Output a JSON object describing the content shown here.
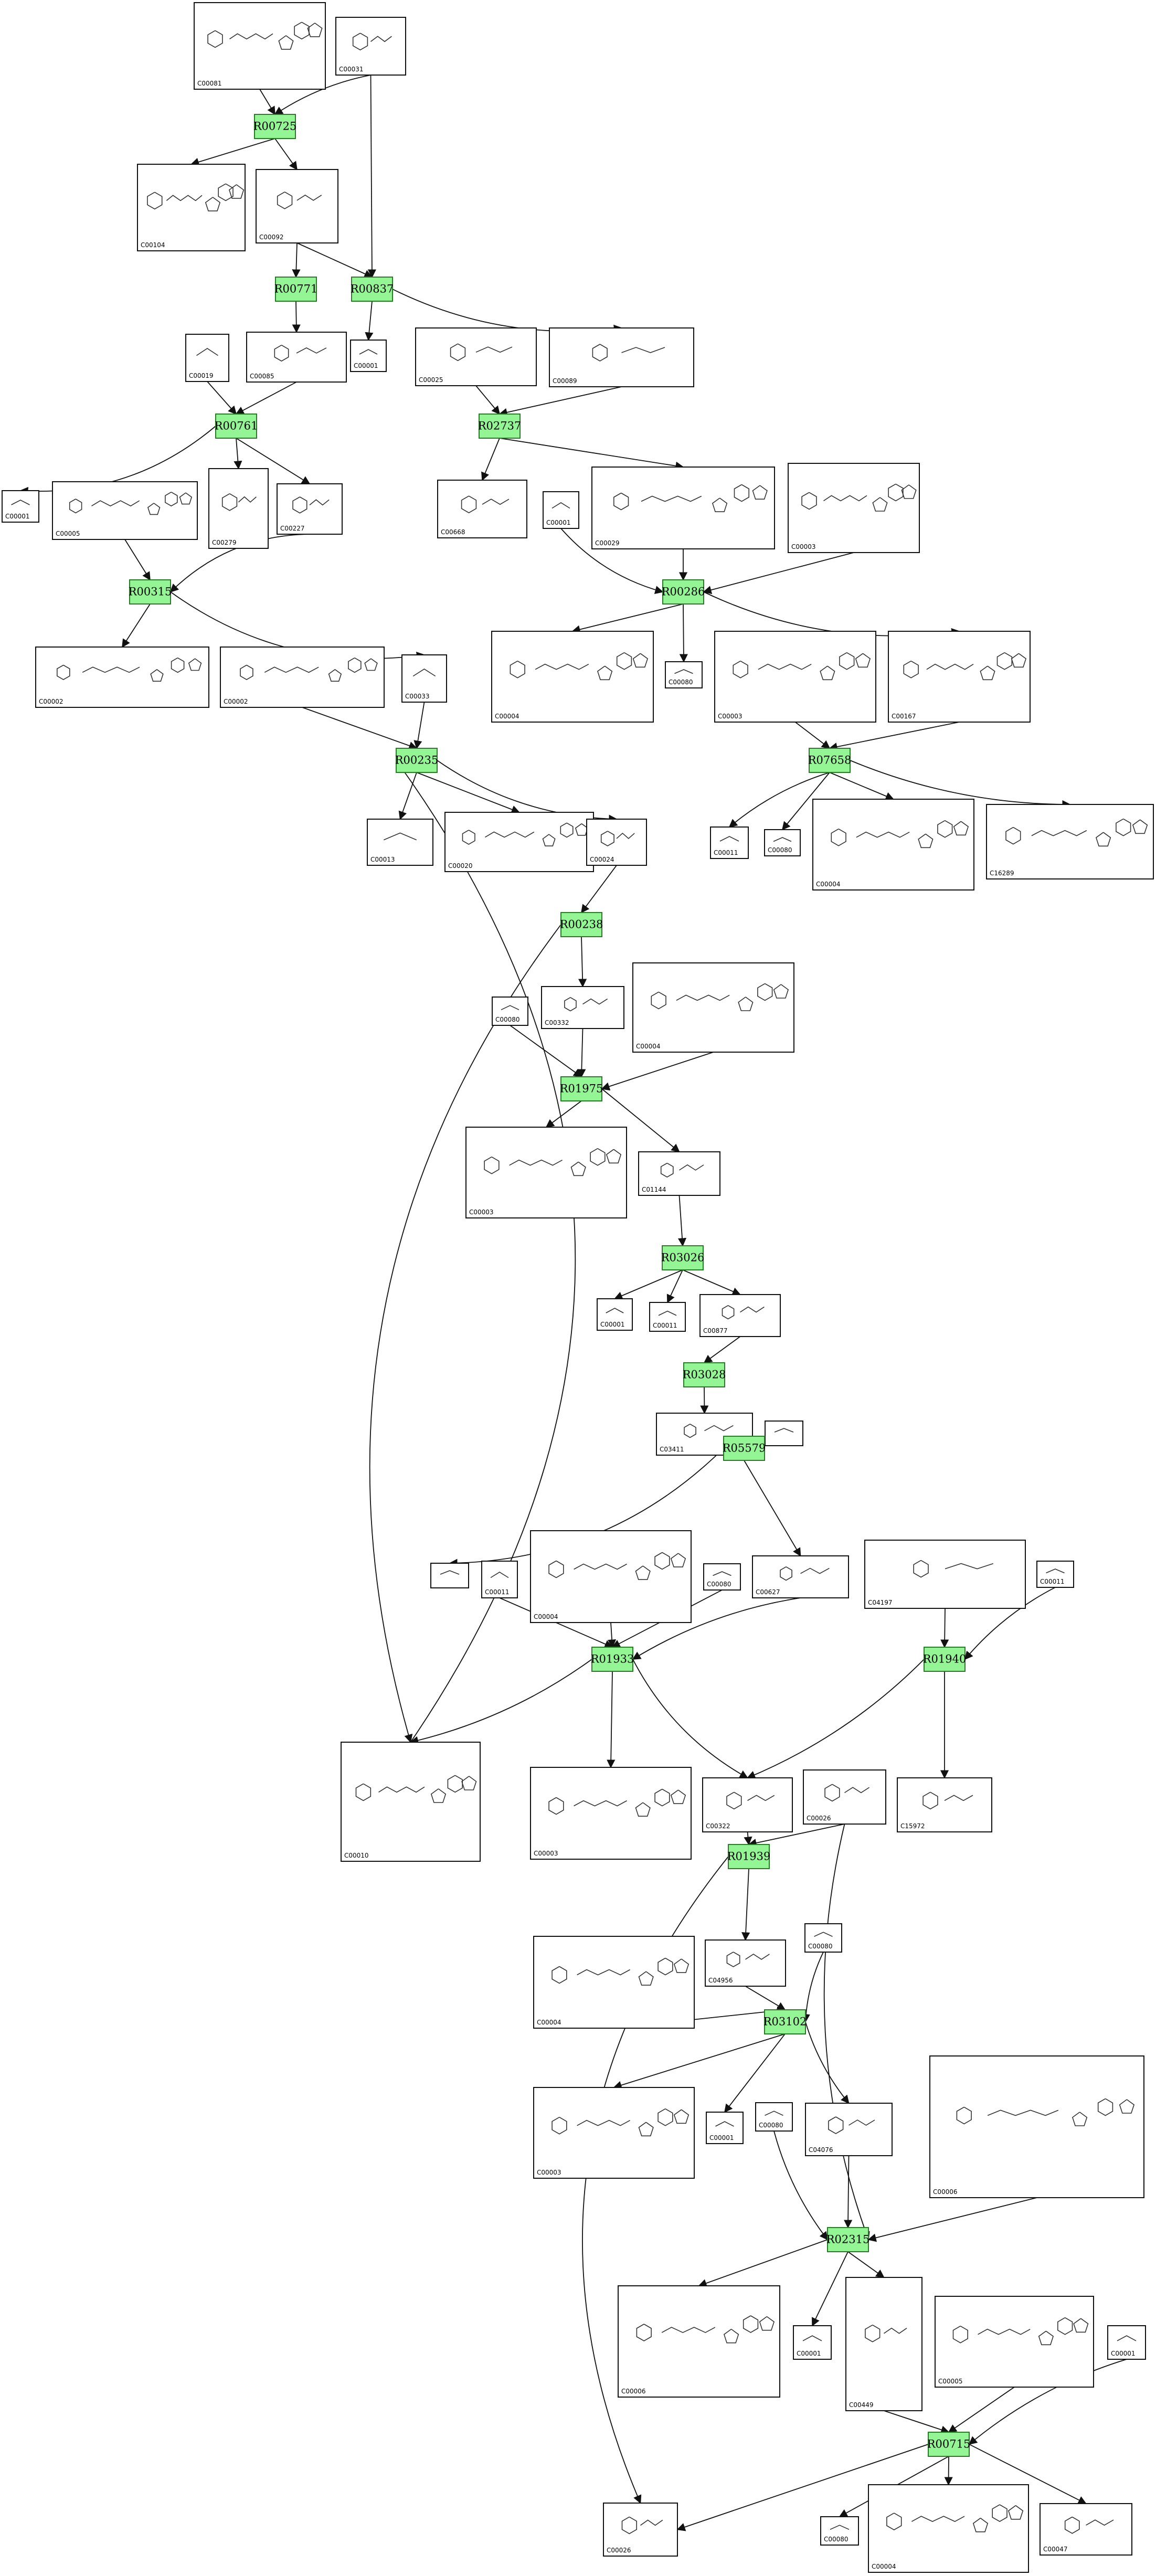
{
  "reactions": [
    {
      "id": "r1",
      "label": "R00725"
    },
    {
      "id": "r2",
      "label": "R00771"
    },
    {
      "id": "r3",
      "label": "R00837"
    },
    {
      "id": "r4",
      "label": "R00761"
    },
    {
      "id": "r5",
      "label": "R02737"
    },
    {
      "id": "r6",
      "label": "R00315"
    },
    {
      "id": "r7",
      "label": "R00286"
    },
    {
      "id": "r8",
      "label": "R07658"
    },
    {
      "id": "r9",
      "label": "R00235"
    },
    {
      "id": "r10",
      "label": "R00238"
    },
    {
      "id": "r11",
      "label": "R01975"
    },
    {
      "id": "r12",
      "label": "R03026"
    },
    {
      "id": "r13",
      "label": "R03028"
    },
    {
      "id": "r14",
      "label": "R05579"
    },
    {
      "id": "r15",
      "label": "R01933"
    },
    {
      "id": "r16",
      "label": "R01940"
    },
    {
      "id": "r17",
      "label": "R01939"
    },
    {
      "id": "r18",
      "label": "R03102"
    },
    {
      "id": "r19",
      "label": "R02315"
    },
    {
      "id": "r20",
      "label": "R00715"
    }
  ],
  "compounds": [
    {
      "id": "c1",
      "label": "C00081"
    },
    {
      "id": "c2",
      "label": "C00031"
    },
    {
      "id": "c3",
      "label": "C00104"
    },
    {
      "id": "c4",
      "label": "C00092"
    },
    {
      "id": "c5",
      "label": "C00001"
    },
    {
      "id": "c6",
      "label": "C00019"
    },
    {
      "id": "c7",
      "label": "C00085"
    },
    {
      "id": "c8",
      "label": "C00025"
    },
    {
      "id": "c9",
      "label": "C00089"
    },
    {
      "id": "c10",
      "label": "C00001"
    },
    {
      "id": "c11",
      "label": "C00005"
    },
    {
      "id": "c12",
      "label": "C00279"
    },
    {
      "id": "c13",
      "label": "C00227"
    },
    {
      "id": "c14",
      "label": "C00668"
    },
    {
      "id": "c15",
      "label": "C00001"
    },
    {
      "id": "c16",
      "label": "C00029"
    },
    {
      "id": "c17",
      "label": "C00003"
    },
    {
      "id": "c18",
      "label": "C00002"
    },
    {
      "id": "c19",
      "label": "C00002"
    },
    {
      "id": "c20",
      "label": "C00033"
    },
    {
      "id": "c21",
      "label": "C00004"
    },
    {
      "id": "c22",
      "label": "C00080"
    },
    {
      "id": "c23",
      "label": "C00003"
    },
    {
      "id": "c24",
      "label": "C00167"
    },
    {
      "id": "c25",
      "label": "C00011"
    },
    {
      "id": "c26",
      "label": "C00080"
    },
    {
      "id": "c27",
      "label": "C00004"
    },
    {
      "id": "c28",
      "label": "C16289"
    },
    {
      "id": "c29",
      "label": "C00013"
    },
    {
      "id": "c30",
      "label": "C00020"
    },
    {
      "id": "c31",
      "label": "C00024"
    },
    {
      "id": "c32",
      "label": "C00080"
    },
    {
      "id": "c33",
      "label": "C00332"
    },
    {
      "id": "c34",
      "label": "C00004"
    },
    {
      "id": "c35",
      "label": "C00003"
    },
    {
      "id": "c36",
      "label": "C01144"
    },
    {
      "id": "c37",
      "label": "C00001"
    },
    {
      "id": "c38",
      "label": "C00011"
    },
    {
      "id": "c39",
      "label": "C00877"
    },
    {
      "id": "c40",
      "label": "C03411"
    },
    {
      "id": "c41",
      "label": ""
    },
    {
      "id": "c42",
      "label": ""
    },
    {
      "id": "c43",
      "label": "C00011"
    },
    {
      "id": "c44",
      "label": "C00004"
    },
    {
      "id": "c45",
      "label": "C00080"
    },
    {
      "id": "c46",
      "label": "C00627"
    },
    {
      "id": "c47",
      "label": "C04197"
    },
    {
      "id": "c48",
      "label": "C00011"
    },
    {
      "id": "c49",
      "label": "C00010"
    },
    {
      "id": "c50",
      "label": "C00003"
    },
    {
      "id": "c51",
      "label": "C00322"
    },
    {
      "id": "c52",
      "label": "C00026"
    },
    {
      "id": "c53",
      "label": "C15972"
    },
    {
      "id": "c54",
      "label": "C00004"
    },
    {
      "id": "c55",
      "label": "C04956"
    },
    {
      "id": "c56",
      "label": "C00080"
    },
    {
      "id": "c57",
      "label": "C00003"
    },
    {
      "id": "c58",
      "label": "C00001"
    },
    {
      "id": "c59",
      "label": "C00080"
    },
    {
      "id": "c60",
      "label": "C04076"
    },
    {
      "id": "c61",
      "label": "C00006"
    },
    {
      "id": "c62",
      "label": "C00006"
    },
    {
      "id": "c63",
      "label": "C00001"
    },
    {
      "id": "c64",
      "label": "C00449"
    },
    {
      "id": "c65",
      "label": "C00005"
    },
    {
      "id": "c66",
      "label": "C00001"
    },
    {
      "id": "c67",
      "label": "C00026"
    },
    {
      "id": "c68",
      "label": "C00080"
    },
    {
      "id": "c69",
      "label": "C00004"
    },
    {
      "id": "c70",
      "label": "C00047"
    }
  ]
}
